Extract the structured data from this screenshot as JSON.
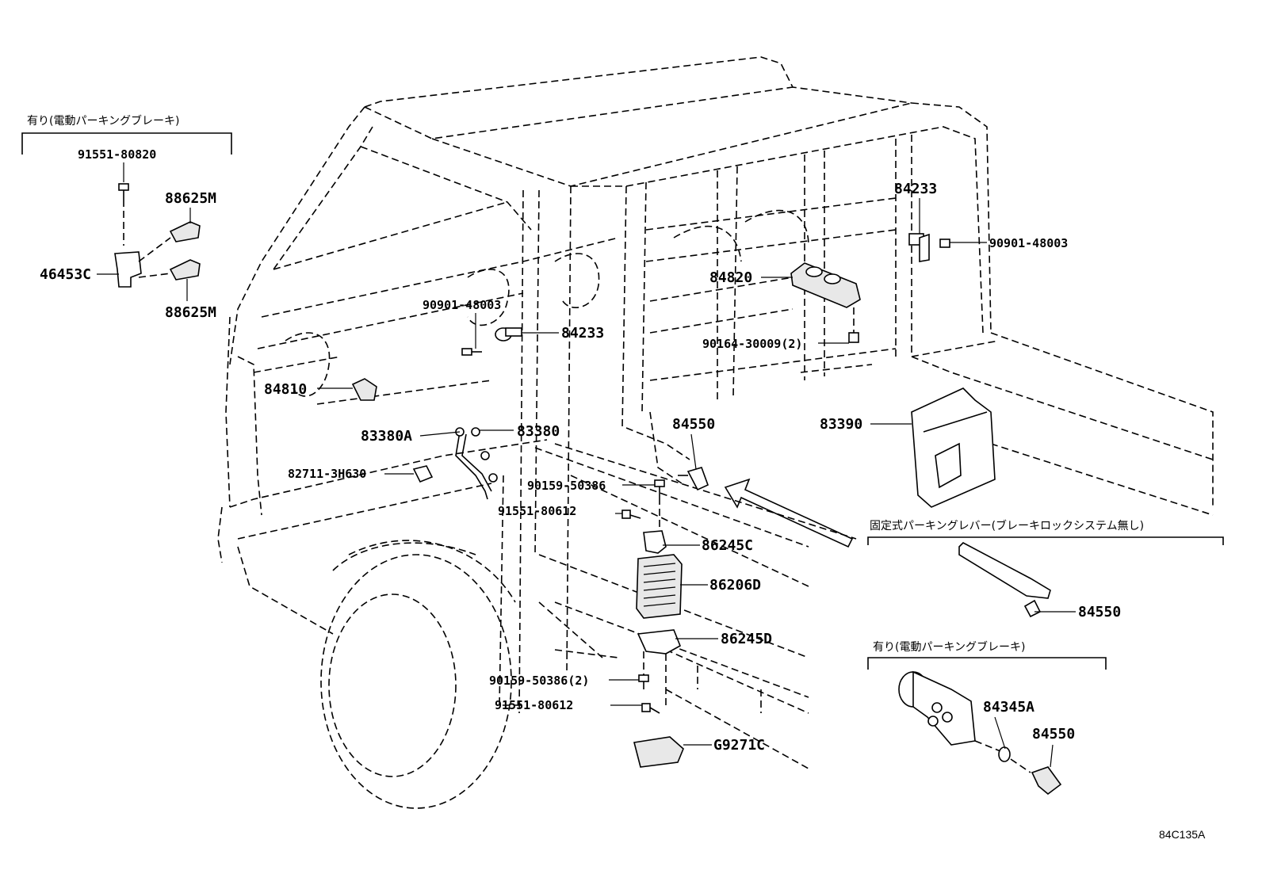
{
  "diagram_id": "84C135A",
  "groups": {
    "top_left": "有り(電動パーキングブレーキ)",
    "right_upper": "固定式パーキングレバー(ブレーキロックシステム無し)",
    "right_lower": "有り(電動パーキングブレーキ)"
  },
  "parts": {
    "p91551_80820": "91551-80820",
    "p88625M_a": "88625M",
    "p46453C": "46453C",
    "p88625M_b": "88625M",
    "p90901_48003_a": "90901-48003",
    "p84233_a": "84233",
    "p84810": "84810",
    "p83380A": "83380A",
    "p83380": "83380",
    "p82711_3H630": "82711-3H630",
    "p84550_a": "84550",
    "p90159_50386_a": "90159-50386",
    "p91551_80612_a": "91551-80612",
    "p86245C": "86245C",
    "p86206D": "86206D",
    "p86245D": "86245D",
    "p90159_50386_b": "90159-50386(2)",
    "p91551_80612_b": "91551-80612",
    "pG9271C": "G9271C",
    "p84233_b": "84233",
    "p90901_48003_b": "90901-48003",
    "p84820": "84820",
    "p90164_30009": "90164-30009(2)",
    "p83390": "83390",
    "p84550_b": "84550",
    "p84345A": "84345A",
    "p84550_c": "84550"
  }
}
